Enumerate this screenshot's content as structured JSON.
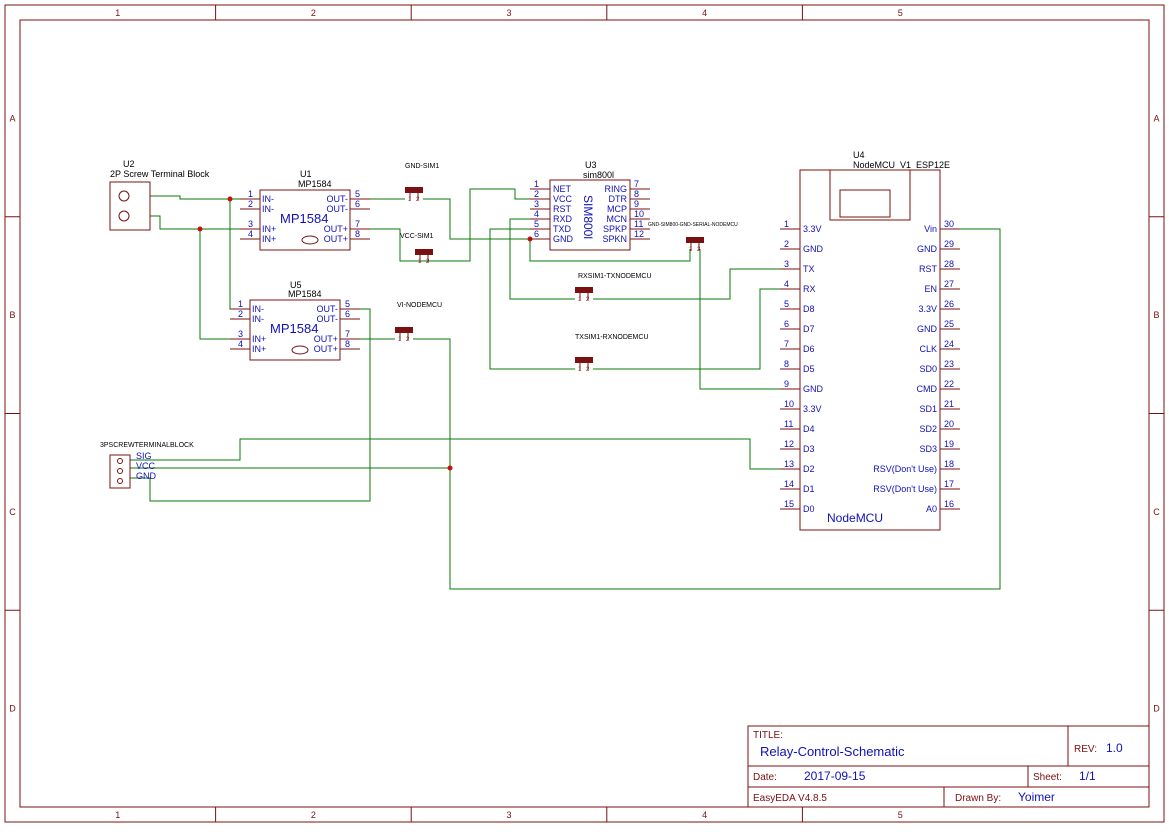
{
  "frame": {
    "columns": [
      "1",
      "2",
      "3",
      "4",
      "5"
    ],
    "rows": [
      "A",
      "B",
      "C",
      "D"
    ]
  },
  "title_block": {
    "title_label": "TITLE:",
    "title": "Relay-Control-Schematic",
    "rev_label": "REV:",
    "rev": "1.0",
    "date_label": "Date:",
    "date": "2017-09-15",
    "sheet_label": "Sheet:",
    "sheet": "1/1",
    "tool": "EasyEDA V4.8.5",
    "drawn_by_label": "Drawn By:",
    "drawn_by": "Yoimer"
  },
  "parts": {
    "u2": {
      "ref": "U2",
      "name": "2P Screw Terminal Block"
    },
    "u1": {
      "ref": "U1",
      "name": "MP1584",
      "body": "MP1584",
      "left_pins": [
        [
          "1",
          "IN-"
        ],
        [
          "2",
          "IN-"
        ],
        [
          "3",
          "IN+"
        ],
        [
          "4",
          "IN+"
        ]
      ],
      "right_pins": [
        [
          "5",
          "OUT-"
        ],
        [
          "6",
          "OUT-"
        ],
        [
          "7",
          "OUT+"
        ],
        [
          "8",
          "OUT+"
        ]
      ]
    },
    "u5": {
      "ref": "U5",
      "name": "MP1584",
      "body": "MP1584",
      "left_pins": [
        [
          "1",
          "IN-"
        ],
        [
          "2",
          "IN-"
        ],
        [
          "3",
          "IN+"
        ],
        [
          "4",
          "IN+"
        ]
      ],
      "right_pins": [
        [
          "5",
          "OUT-"
        ],
        [
          "6",
          "OUT-"
        ],
        [
          "7",
          "OUT+"
        ],
        [
          "8",
          "OUT+"
        ]
      ]
    },
    "u3": {
      "ref": "U3",
      "name": "sim800l",
      "body": "SIM800l",
      "left_pins": [
        [
          "1",
          "NET"
        ],
        [
          "2",
          "VCC"
        ],
        [
          "3",
          "RST"
        ],
        [
          "4",
          "RXD"
        ],
        [
          "5",
          "TXD"
        ],
        [
          "6",
          "GND"
        ]
      ],
      "right_pins": [
        [
          "7",
          "RING"
        ],
        [
          "8",
          "DTR"
        ],
        [
          "9",
          "MCP"
        ],
        [
          "10",
          "MCN"
        ],
        [
          "11",
          "SPKP"
        ],
        [
          "12",
          "SPKN"
        ]
      ]
    },
    "u4": {
      "ref": "U4",
      "name": "NodeMCU_V1_ESP12E",
      "body": "NodeMCU",
      "left_pins": [
        [
          "1",
          "3.3V"
        ],
        [
          "2",
          "GND"
        ],
        [
          "3",
          "TX"
        ],
        [
          "4",
          "RX"
        ],
        [
          "5",
          "D8"
        ],
        [
          "6",
          "D7"
        ],
        [
          "7",
          "D6"
        ],
        [
          "8",
          "D5"
        ],
        [
          "9",
          "GND"
        ],
        [
          "10",
          "3.3V"
        ],
        [
          "11",
          "D4"
        ],
        [
          "12",
          "D3"
        ],
        [
          "13",
          "D2"
        ],
        [
          "14",
          "D1"
        ],
        [
          "15",
          "D0"
        ]
      ],
      "right_pins": [
        [
          "30",
          "Vin"
        ],
        [
          "29",
          "GND"
        ],
        [
          "28",
          "RST"
        ],
        [
          "27",
          "EN"
        ],
        [
          "26",
          "3.3V"
        ],
        [
          "25",
          "GND"
        ],
        [
          "24",
          "CLK"
        ],
        [
          "23",
          "SD0"
        ],
        [
          "22",
          "CMD"
        ],
        [
          "21",
          "SD1"
        ],
        [
          "20",
          "SD2"
        ],
        [
          "19",
          "SD3"
        ],
        [
          "18",
          "RSV(Don't Use)"
        ],
        [
          "17",
          "RSV(Don't Use)"
        ],
        [
          "16",
          "A0"
        ]
      ]
    },
    "t3": {
      "name": "3PSCREWTERMINALBLOCK",
      "pins": [
        "SIG",
        "VCC",
        "GND"
      ]
    }
  },
  "jumpers": {
    "gnd_sim1": "GND-SIM1",
    "vcc_sim1": "VCC-SIM1",
    "gnd_sim800": "GND-SIM800-GND-SERIAL-NODEMCU",
    "rx_tx": "RXSIM1-TXNODEMCU",
    "tx_rx": "TXSIM1-RXNODEMCU",
    "vi_nodemcu": "VI-NODEMCU",
    "pin1": "1",
    "pin2": "2"
  },
  "colors": {
    "frame": "#7a1010",
    "wire": "#0a7a0a",
    "label_blue": "#1010b8"
  }
}
